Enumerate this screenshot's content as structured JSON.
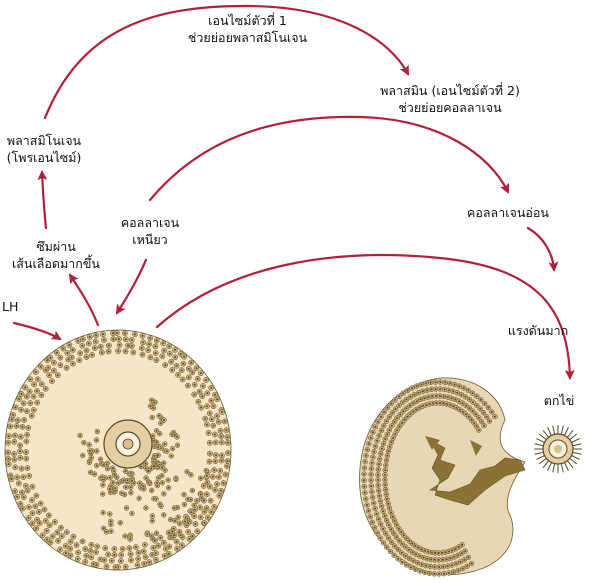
{
  "colors": {
    "arrow": "#b3203a",
    "follicle_fill": "#f6e5c6",
    "granulosa_cell": "#c9b07a",
    "granulosa_dark": "#5a4a2a",
    "ruptured_fill": "#e8d7b4",
    "clot": "#8a7135"
  },
  "labels": {
    "enzyme1": [
      "เอนไซม์ตัวที่ 1",
      "ช่วยย่อยพลาสมิโนเจน"
    ],
    "plasmin": [
      "พลาสมิน (เอนไซม์ตัวที่ 2)",
      "ช่วยย่อยคอลลาเจน"
    ],
    "plasminogen": [
      "พลาสมิโนเจน",
      "(โพรเอนไซม์)"
    ],
    "tough_collagen": [
      "คอลลาเจน",
      "เหนียว"
    ],
    "weak_collagen": "คอลลาเจนอ่อน",
    "permeability": [
      "ซึมผ่าน",
      "เส้นเลือดมากขึ้น"
    ],
    "lh": "LH",
    "pressure": "แรงดันมาก",
    "ovulation": "ตกไข่"
  },
  "icons": {
    "follicle": "mature-follicle-icon",
    "ruptured_follicle": "ruptured-follicle-icon",
    "egg": "released-ovum-icon"
  }
}
